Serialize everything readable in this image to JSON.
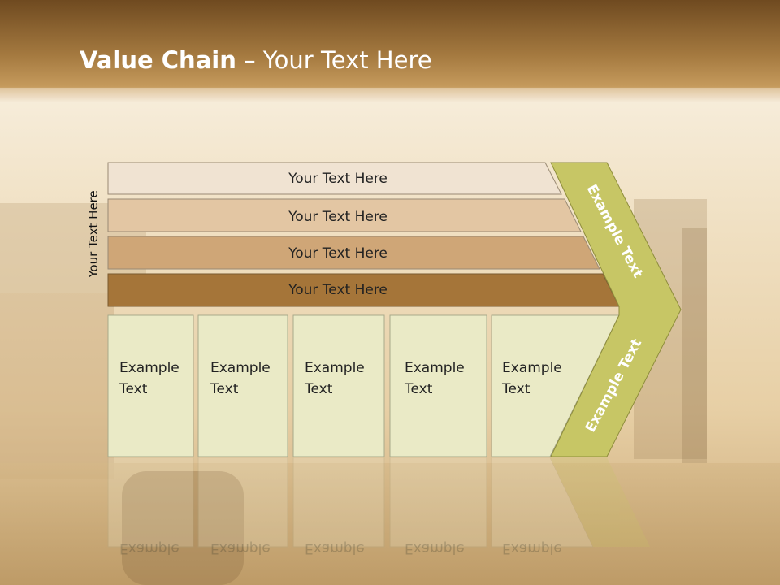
{
  "slide": {
    "title_bold": "Value Chain",
    "title_rest": " – Your Text Here",
    "side_label": "Your Text Here"
  },
  "bars": [
    {
      "label": "Your Text Here",
      "color": "#f0e3d2"
    },
    {
      "label": "Your Text Here",
      "color": "#e3c6a3"
    },
    {
      "label": "Your Text Here",
      "color": "#cfa677"
    },
    {
      "label": "Your Text Here",
      "color": "#a57539"
    }
  ],
  "cells": [
    {
      "line1": "Example",
      "line2": "Text"
    },
    {
      "line1": "Example",
      "line2": "Text"
    },
    {
      "line1": "Example",
      "line2": "Text"
    },
    {
      "line1": "Example",
      "line2": "Text"
    },
    {
      "line1": "Example",
      "line2": "Text"
    }
  ],
  "arrow": {
    "top_label": "Example Text",
    "bottom_label": "Example Text",
    "color": "#c7c665"
  },
  "colors": {
    "cell_fill": "#eaeac6",
    "banner": "#8c6228"
  }
}
